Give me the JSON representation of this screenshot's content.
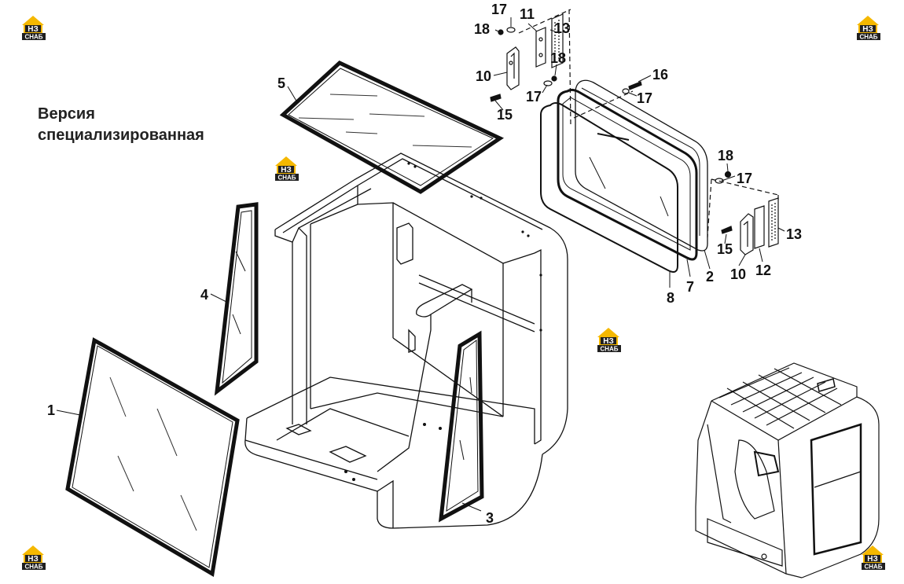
{
  "caption": {
    "line1": "Версия",
    "line2": "специализированная"
  },
  "logo": {
    "top": "НЗ",
    "bottom": "СНАБ",
    "accent": "#f5b800",
    "dark": "#1f1f1f"
  },
  "callouts": {
    "c1": "1",
    "c2": "2",
    "c3": "3",
    "c4": "4",
    "c5": "5",
    "c7": "7",
    "c8": "8",
    "c10a": "10",
    "c10b": "10",
    "c11": "11",
    "c12": "12",
    "c13a": "13",
    "c13b": "13",
    "c15a": "15",
    "c15b": "15",
    "c16": "16",
    "c17a": "17",
    "c17b": "17",
    "c17c": "17",
    "c17d": "17",
    "c18a": "18",
    "c18b": "18",
    "c18c": "18"
  }
}
